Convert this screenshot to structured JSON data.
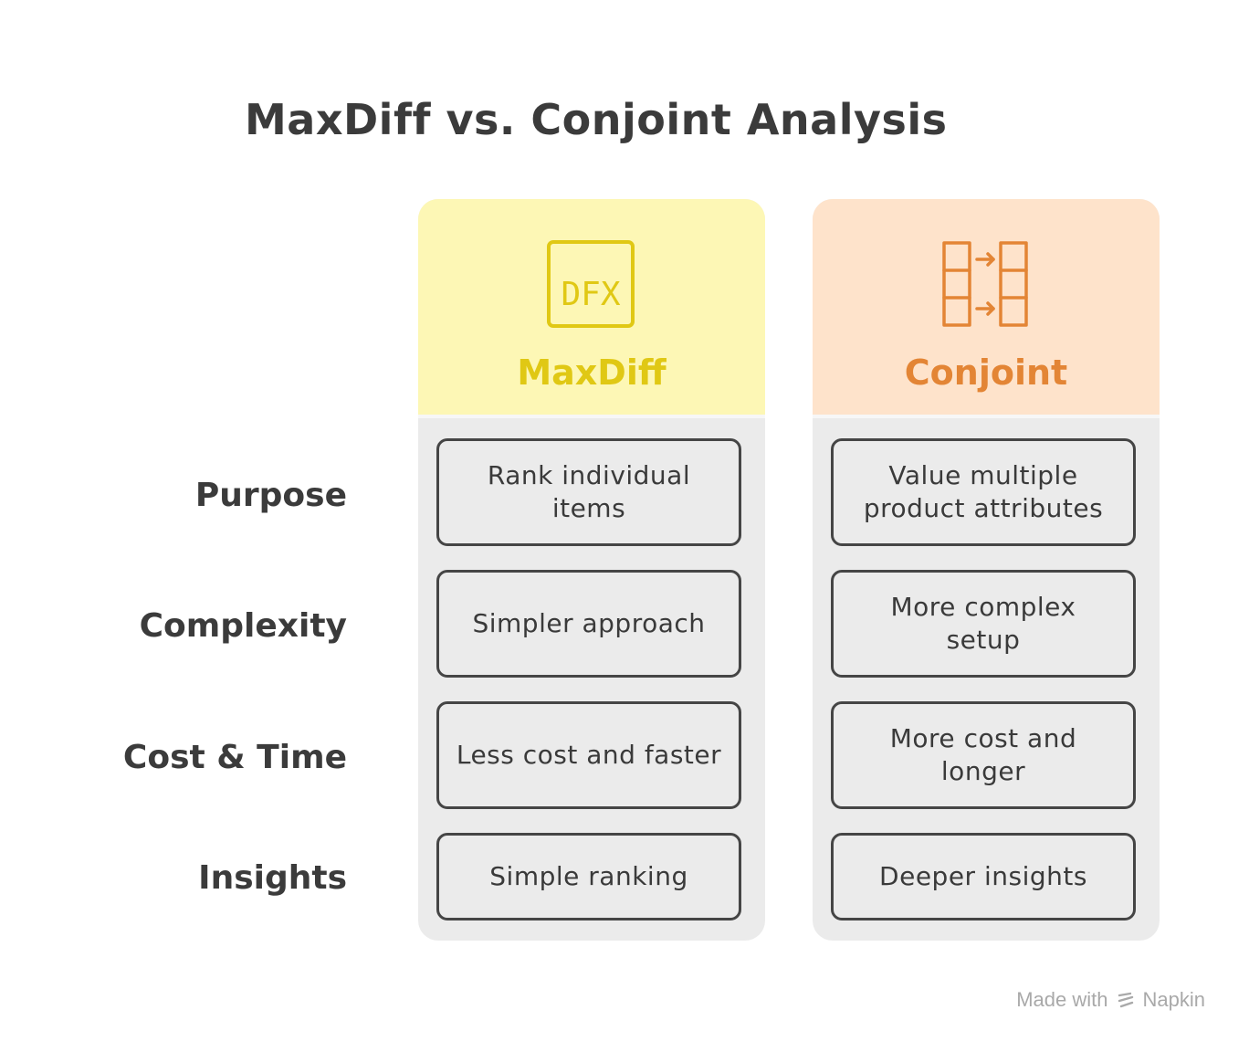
{
  "title": "MaxDiff vs. Conjoint Analysis",
  "rows": [
    "Purpose",
    "Complexity",
    "Cost & Time",
    "Insights"
  ],
  "columns": [
    {
      "name": "MaxDiff",
      "icon": "dfx-icon",
      "icon_text": "DFX",
      "header_color": "#fdf7b5",
      "accent_color": "#e0c814",
      "cells": [
        "Rank individual items",
        "Simpler approach",
        "Less cost and faster",
        "Simple ranking"
      ]
    },
    {
      "name": "Conjoint",
      "icon": "grid-transfer-icon",
      "header_color": "#fee3cb",
      "accent_color": "#e38535",
      "cells": [
        "Value multiple product attributes",
        "More complex setup",
        "More cost and longer",
        "Deeper insights"
      ]
    }
  ],
  "footer": {
    "prefix": "Made with",
    "brand": "Napkin",
    "color": "#a9a9a9"
  }
}
